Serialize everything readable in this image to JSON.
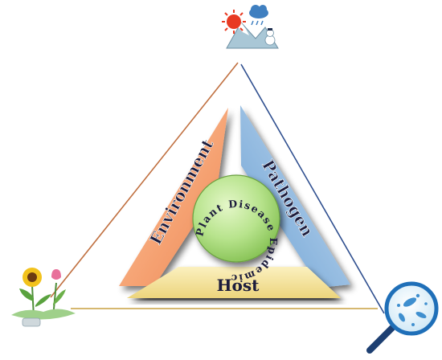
{
  "diagram": {
    "segments": {
      "environment": "Environment",
      "pathogen": "Pathogen",
      "host": "Host"
    },
    "center_label": "Plant Disease Epidemic",
    "icons": {
      "top": "weather-icon",
      "bottom_left": "plants-icon",
      "bottom_right": "magnifier-microbe-icon"
    },
    "colors": {
      "environment": "#f5a070",
      "pathogen": "#8fb8df",
      "host": "#f4e29a",
      "center": "#a7dc7a",
      "left_line": "#c07040",
      "right_line": "#2f4f8f",
      "bottom_line": "#c8a040",
      "text": "#1c1c3c"
    }
  }
}
